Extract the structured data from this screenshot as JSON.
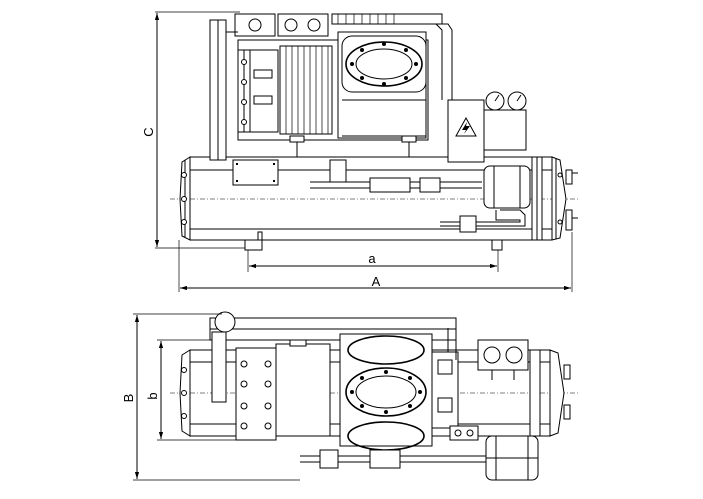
{
  "dimensions": {
    "overall_length": "A",
    "leg_spacing": "a",
    "overall_height": "C",
    "overall_width": "B",
    "foot_width": "b"
  },
  "warning_symbol": "lightning-bolt-icon"
}
